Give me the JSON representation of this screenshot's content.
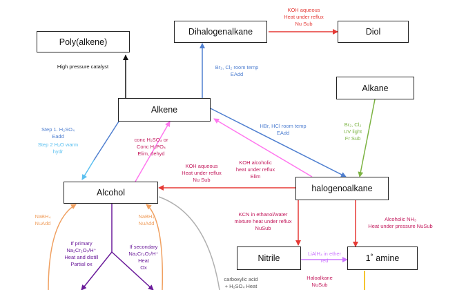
{
  "nodes": {
    "polyalkene": "Poly(alkene)",
    "dihalogenalkane": "Dihalogenalkane",
    "diol": "Diol",
    "alkane": "Alkane",
    "alkene": "Alkene",
    "alcohol": "Alcohol",
    "halogenoalkane": "halogenoalkane",
    "nitrile": "Nitrile",
    "amine": "1˚ amine"
  },
  "edges": {
    "koh_diol": [
      "KOH aqueous",
      "Heat under reflux",
      "Nu Sub"
    ],
    "high_pressure": [
      "High pressure catalyst"
    ],
    "br2_alkene": [
      "Br₂, Cl₂ room temp",
      "EAdd"
    ],
    "br2_alkane": [
      "Br₂, Cl₂",
      "UV light",
      "Fr Sub"
    ],
    "step1": [
      "Step 1. H₂SO₄",
      "Eadd"
    ],
    "step2": [
      "Step 2  H₂O warm",
      "hydr"
    ],
    "conc": [
      "conc H₂SO₄ or",
      "Conc H₃PO₄",
      "Elim, dehyd"
    ],
    "hbr": [
      "HBr, HCl room temp",
      "EAdd"
    ],
    "koh_alc": [
      "KOH alcoholic",
      "heat under reflux",
      "Elim"
    ],
    "koh_aq": [
      "KOH aqueous",
      "Heat under reflux",
      "Nu Sub"
    ],
    "nabh4_left": [
      "NaBH₄",
      "NuAdd"
    ],
    "nabh4_right": [
      "NaBH₄",
      "NuAdd"
    ],
    "primary": [
      "If primary",
      "Na₂Cr₂O₇/H⁺",
      "Heat and distill",
      "Partial ox"
    ],
    "secondary": [
      "If secondary",
      "Na₂Cr₂O₇/H⁺",
      "Heat",
      "Ox"
    ],
    "kcn": [
      "KCN in ethanol/water",
      "mixture heat under reflux",
      "NuSub"
    ],
    "nh3": [
      "Alcoholic NH₃",
      "Heat under pressure NuSub"
    ],
    "lialh4": [
      "LiAlH₄ in ether",
      "red"
    ],
    "haloalkane": [
      "Haloalkane",
      "NuSub"
    ],
    "carboxylic": [
      "carboxylic acid",
      "+ H₂SO₄ Heat"
    ]
  },
  "colors": {
    "red": "#e53935",
    "blue": "#4f7fd0",
    "light_blue": "#5bc0f0",
    "green": "#7cb342",
    "magenta": "#c2185b",
    "pink": "#ff77ee",
    "violet": "#cc77ff",
    "purple": "#6a1b9a",
    "orange": "#f0a060",
    "gray": "#b0b0b0",
    "yellow": "#f4c430",
    "black": "#111111"
  }
}
